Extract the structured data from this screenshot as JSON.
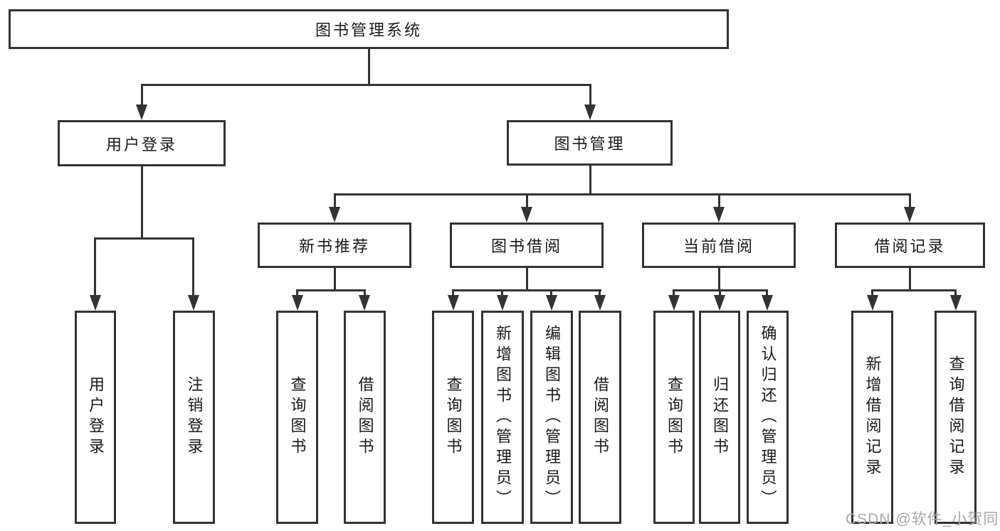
{
  "title": {
    "label": "图书管理系统"
  },
  "level2": {
    "user_login": {
      "label": "用户登录"
    },
    "book_management": {
      "label": "图书管理"
    }
  },
  "level3": {
    "new_book_recommend": {
      "label": "新书推荐"
    },
    "book_borrow": {
      "label": "图书借阅"
    },
    "current_borrow": {
      "label": "当前借阅"
    },
    "borrow_records": {
      "label": "借阅记录"
    }
  },
  "leaves": {
    "user_login": [
      "用户登录",
      "注销登录"
    ],
    "new_book_recommend": [
      "查询图书",
      "借阅图书"
    ],
    "book_borrow": [
      "查询图书",
      "新增图书（管理员）",
      "编辑图书（管理员）",
      "借阅图书"
    ],
    "current_borrow": [
      "查询图书",
      "归还图书",
      "确认归还（管理员）"
    ],
    "borrow_records": [
      "新增借阅记录",
      "查询借阅记录"
    ]
  },
  "watermark": {
    "label": "CSDN @软件_小贺同学"
  },
  "colors": {
    "line": "#333333",
    "text": "#1a1a1a",
    "watermark": "#a8a8a8",
    "background": "#ffffff"
  }
}
